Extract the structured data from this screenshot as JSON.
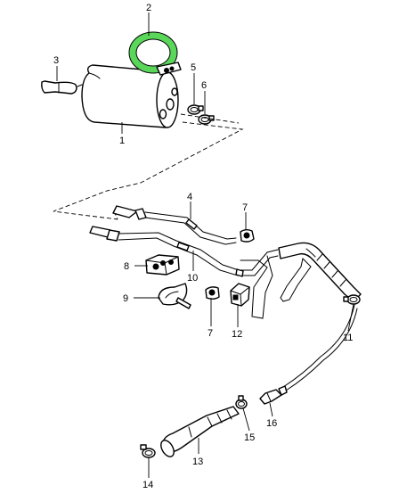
{
  "highlight_color": "#5ad65a",
  "callouts": {
    "c1": "1",
    "c2": "2",
    "c3": "3",
    "c4": "4",
    "c5": "5",
    "c6": "6",
    "c7a": "7",
    "c7b": "7",
    "c8": "8",
    "c9": "9",
    "c10": "10",
    "c11": "11",
    "c12": "12",
    "c13": "13",
    "c14": "14",
    "c15": "15",
    "c16": "16"
  }
}
